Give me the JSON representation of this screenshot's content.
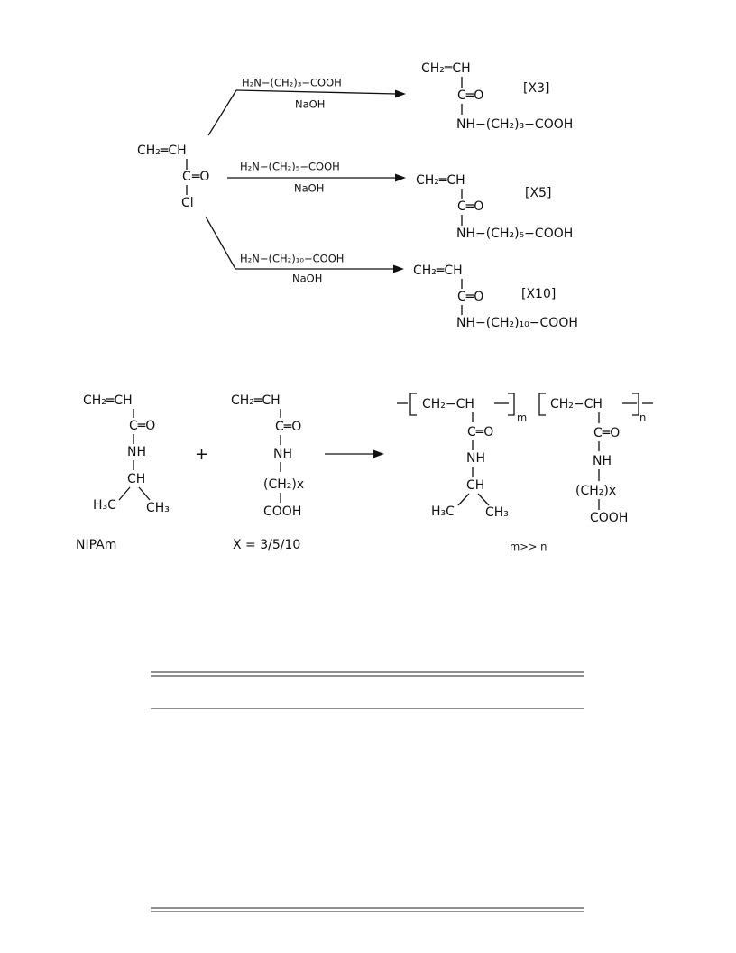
{
  "scheme1": {
    "reactant": {
      "top": "CH₂═CH",
      "carbonyl_c": "C",
      "carbonyl_o": "═O",
      "chloride": "Cl"
    },
    "reactions": [
      {
        "reagent": "H₂N−(CH₂)₃−COOH",
        "condition": "NaOH",
        "product_top": "CH₂═CH",
        "product_carbonyl": "C═O",
        "product_chain": "NH−(CH₂)₃−COOH",
        "label": "[X3]"
      },
      {
        "reagent": "H₂N−(CH₂)₅−COOH",
        "condition": "NaOH",
        "product_top": "CH₂═CH",
        "product_carbonyl": "C═O",
        "product_chain": "NH−(CH₂)₅−COOH",
        "label": "[X5]"
      },
      {
        "reagent": "H₂N−(CH₂)₁₀−COOH",
        "condition": "NaOH",
        "product_top": "CH₂═CH",
        "product_carbonyl": "C═O",
        "product_chain": "NH−(CH₂)₁₀−COOH",
        "label": "[X10]"
      }
    ]
  },
  "scheme2": {
    "nipam": {
      "top": "CH₂═CH",
      "carbonyl": "C═O",
      "nh": "NH",
      "ch": "CH",
      "left_methyl": "H₃C",
      "right_methyl": "CH₃",
      "caption": "NIPAm"
    },
    "plus": "+",
    "comonomer": {
      "top": "CH₂═CH",
      "carbonyl": "C═O",
      "nh": "NH",
      "chain": "(CH₂)x",
      "acid": "COOH",
      "caption": "X = 3/5/10"
    },
    "copolymer": {
      "unit1_backbone": "CH₂−CH",
      "unit1_sub": "m",
      "unit2_backbone": "CH₂−CH",
      "unit2_sub": "n",
      "unit1_carbonyl": "C═O",
      "unit1_nh": "NH",
      "unit1_ch": "CH",
      "unit1_left_methyl": "H₃C",
      "unit1_right_methyl": "CH₃",
      "unit2_carbonyl": "C═O",
      "unit2_nh": "NH",
      "unit2_chain": "(CH₂)x",
      "unit2_acid": "COOH",
      "caption": "m>> n"
    }
  }
}
